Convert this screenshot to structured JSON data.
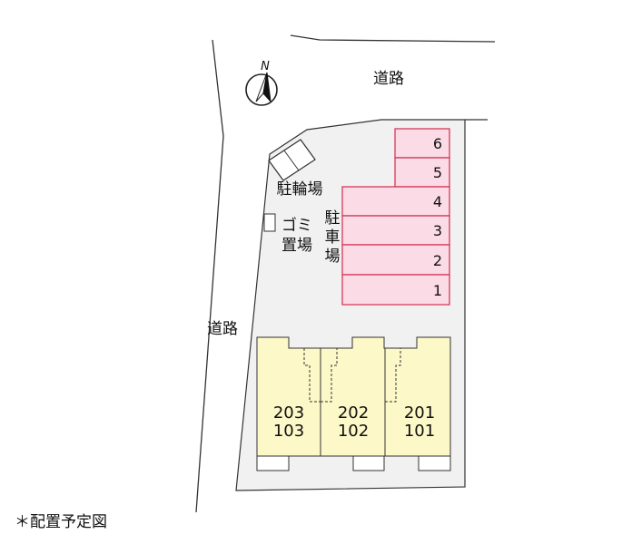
{
  "compass": {
    "letter": "N"
  },
  "roads": {
    "north_label": "道路",
    "west_label": "道路"
  },
  "bicycle_parking": {
    "label": "駐輪場"
  },
  "garbage_area": {
    "label_line1": "ゴミ",
    "label_line2": "置場"
  },
  "parking": {
    "label_chars": [
      "駐",
      "車",
      "場"
    ],
    "spaces": [
      "6",
      "5",
      "4",
      "3",
      "2",
      "1"
    ]
  },
  "units": [
    {
      "upper": "203",
      "lower": "103"
    },
    {
      "upper": "202",
      "lower": "102"
    },
    {
      "upper": "201",
      "lower": "101"
    }
  ],
  "caption": "＊配置予定図",
  "colors": {
    "parking_fill": "#fbdbe5",
    "parking_stroke": "#d33a5a",
    "building_fill": "#fdf8c7",
    "lot_fill": "#f1f1f1"
  }
}
